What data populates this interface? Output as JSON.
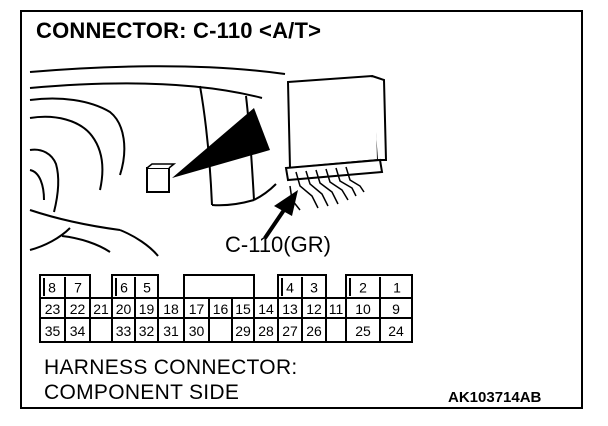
{
  "title": "CONNECTOR: C-110 <A/T>",
  "callout_label": "C-110(GR)",
  "connector_pins": {
    "row1": [
      "8",
      "7",
      "6",
      "5",
      "4",
      "3",
      "2",
      "1"
    ],
    "row2": [
      "23",
      "22",
      "21",
      "20",
      "19",
      "18",
      "17",
      "16",
      "15",
      "14",
      "13",
      "12",
      "11",
      "10",
      "9"
    ],
    "row3": [
      "35",
      "34",
      "33",
      "32",
      "31",
      "30",
      "29",
      "28",
      "27",
      "26",
      "25",
      "24"
    ]
  },
  "caption": {
    "line1": "HARNESS CONNECTOR:",
    "line2": "COMPONENT SIDE"
  },
  "diagram_code": "AK103714AB"
}
